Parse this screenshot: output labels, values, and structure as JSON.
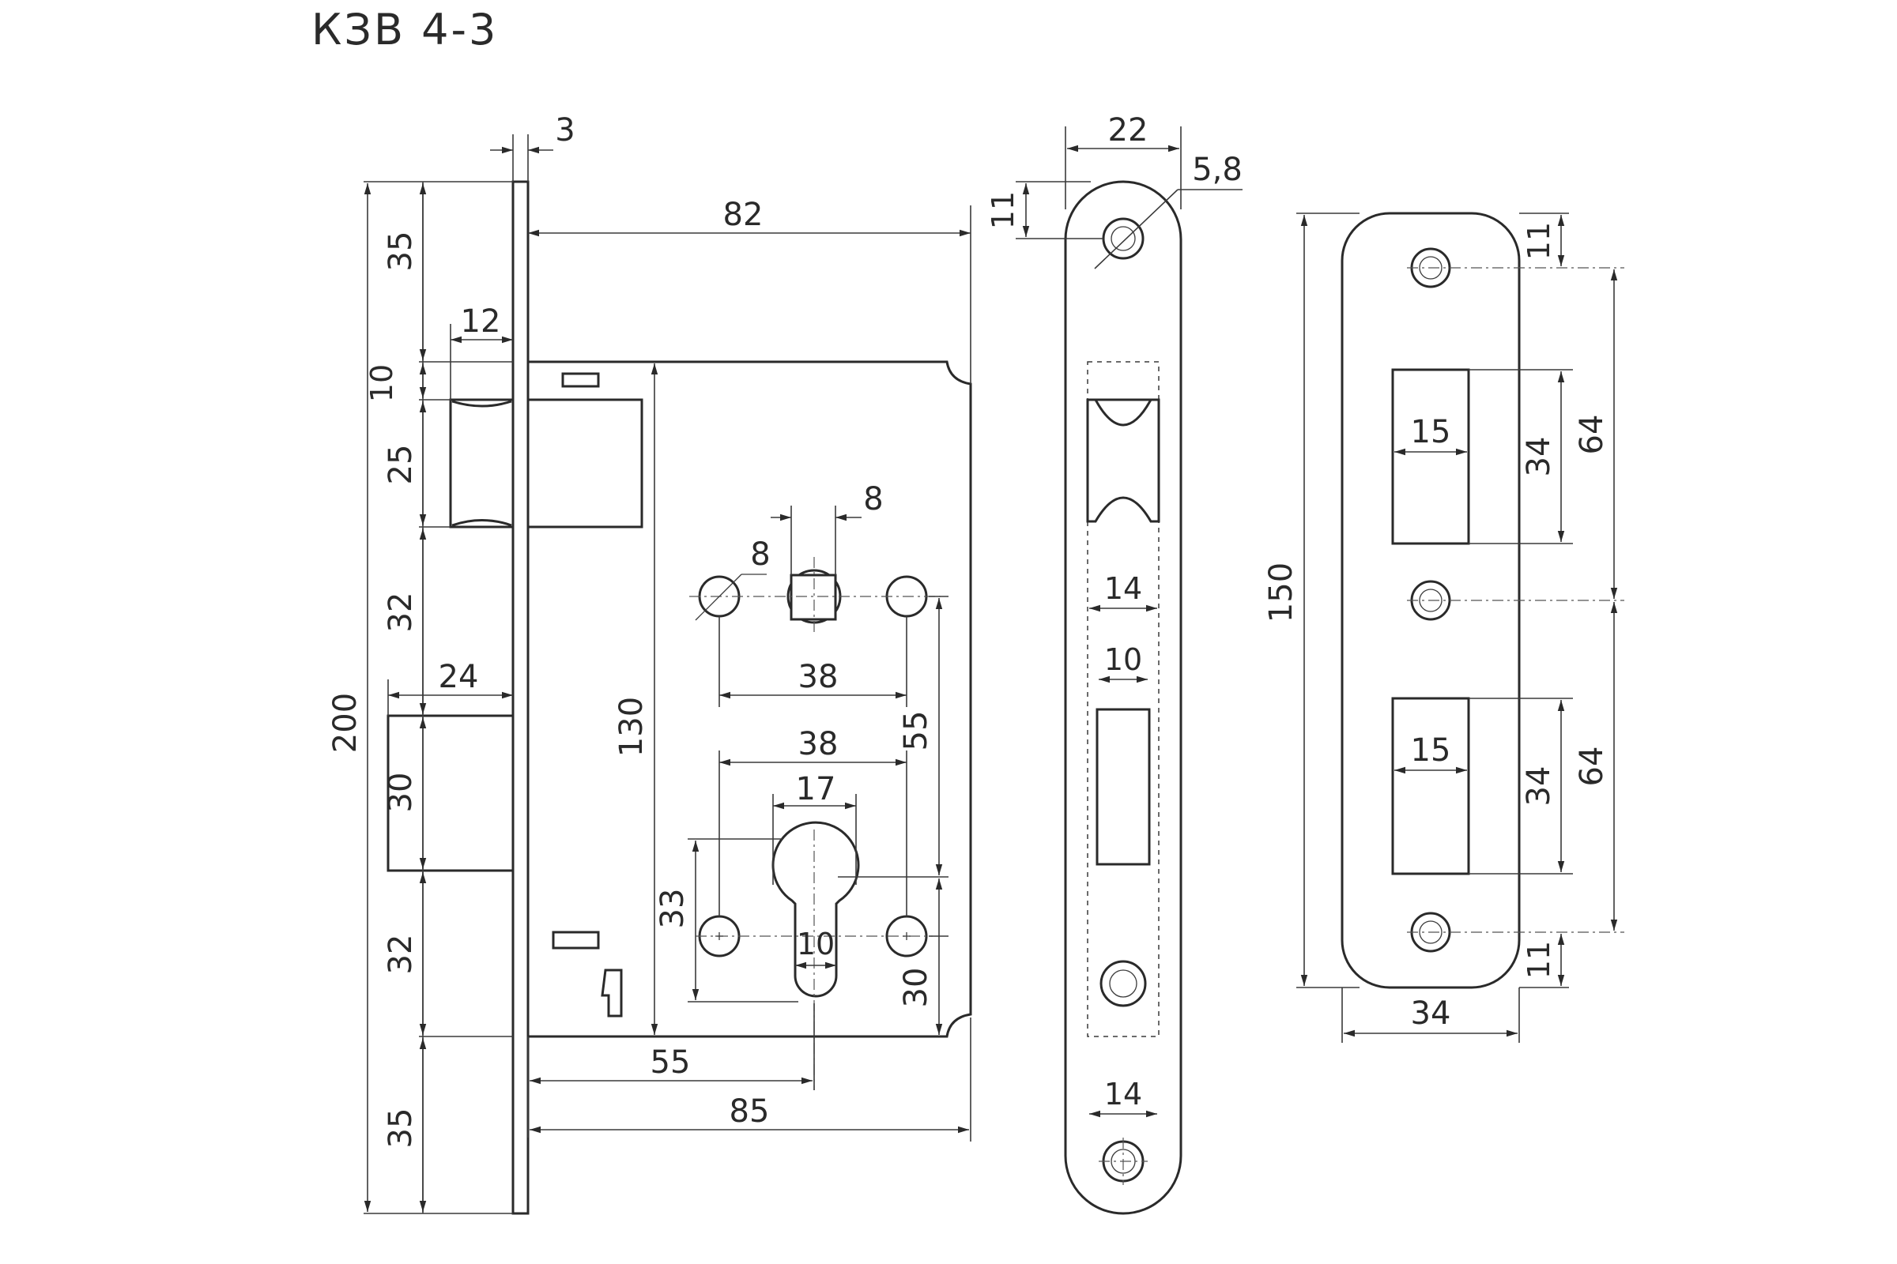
{
  "drawing_title": "КЗВ 4-3",
  "dims": {
    "faceplate_thickness": "3",
    "backset_82": "82",
    "top_35": "35",
    "latch_width_12": "12",
    "gap_10": "10",
    "latch_height_25": "25",
    "gap_32_upper": "32",
    "deadbolt_projection_24": "24",
    "total_height_200": "200",
    "deadbolt_height_30": "30",
    "gap_32_lower": "32",
    "bottom_35": "35",
    "case_height_130": "130",
    "spindle_8": "8",
    "hole_8": "8",
    "hole_spacing_38_upper": "38",
    "hole_spacing_38_lower": "38",
    "spindle_to_cylinder_55": "55",
    "cylinder_17": "17",
    "cylinder_33": "33",
    "cylinder_10": "10",
    "cylinder_offset_30": "30",
    "backset_55": "55",
    "case_depth_85": "85",
    "faceplate_width_22": "22",
    "screw_hole_5_8": "5,8",
    "faceplate_top_11": "11",
    "latch_slot_14": "14",
    "bolt_slot_10": "10",
    "bottom_slot_14": "14",
    "strike_height_150": "150",
    "strike_top_11": "11",
    "strike_slot_15_upper": "15",
    "strike_slot_34_upper": "34",
    "strike_spacing_64_upper": "64",
    "strike_slot_15_lower": "15",
    "strike_slot_34_lower": "34",
    "strike_spacing_64_lower": "64",
    "strike_bottom_11": "11",
    "strike_width_34": "34"
  }
}
